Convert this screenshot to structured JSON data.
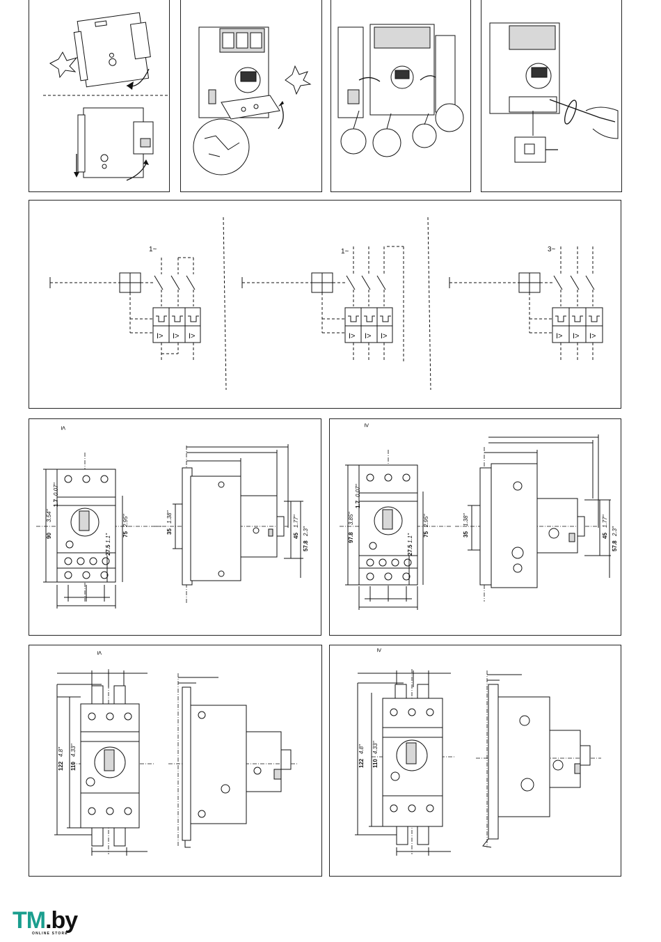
{
  "installation_steps": [
    {
      "name": "din-rail-mounting"
    },
    {
      "name": "cover-removal"
    },
    {
      "name": "auxiliary-contact-attachment"
    },
    {
      "name": "handle-lock-screwdriver"
    }
  ],
  "wiring_diagrams": [
    {
      "phase_label": "1~"
    },
    {
      "phase_label": "1~"
    },
    {
      "phase_label": "3~"
    }
  ],
  "dimension_drawings": {
    "top_left": {
      "current_label": "≤",
      "width_mm": "90",
      "width_in": "3.54\"",
      "d1_mm": "1.7",
      "d1_in": "0.07\"",
      "height_mm": "75",
      "height_in": "2.95\"",
      "mid_mm": "27.5",
      "mid_in": "1.1\"",
      "rail_mm": "35",
      "rail_in": "1.38\"",
      "side_a_mm": "45",
      "side_a_in": "1.77\"",
      "side_b_mm": "57.8",
      "side_b_in": "2.3\""
    },
    "top_right": {
      "current_label": "≥",
      "width_mm": "97.8",
      "width_in": "3.85\"",
      "d1_mm": "1.7",
      "d1_in": "0.07\"",
      "height_mm": "75",
      "height_in": "2.95\"",
      "mid_mm": "27.5",
      "mid_in": "1.1\"",
      "rail_mm": "35",
      "rail_in": "1.38\"",
      "side_a_mm": "45",
      "side_a_in": "1.77\"",
      "side_b_mm": "57.8",
      "side_b_in": "2.3\""
    },
    "bottom_left": {
      "current_label": "≤",
      "outer_mm": "122",
      "outer_in": "4.8\"",
      "inner_mm": "110",
      "inner_in": "4.33\""
    },
    "bottom_right": {
      "current_label": "≥",
      "outer_mm": "122",
      "outer_in": "4.8\"",
      "inner_mm": "110",
      "inner_in": "4.33\""
    }
  },
  "logo": {
    "brand_left": "TM",
    "brand_right": ".by",
    "tagline": "ONLINE STORE",
    "accent_color": "#1a9e8e"
  }
}
